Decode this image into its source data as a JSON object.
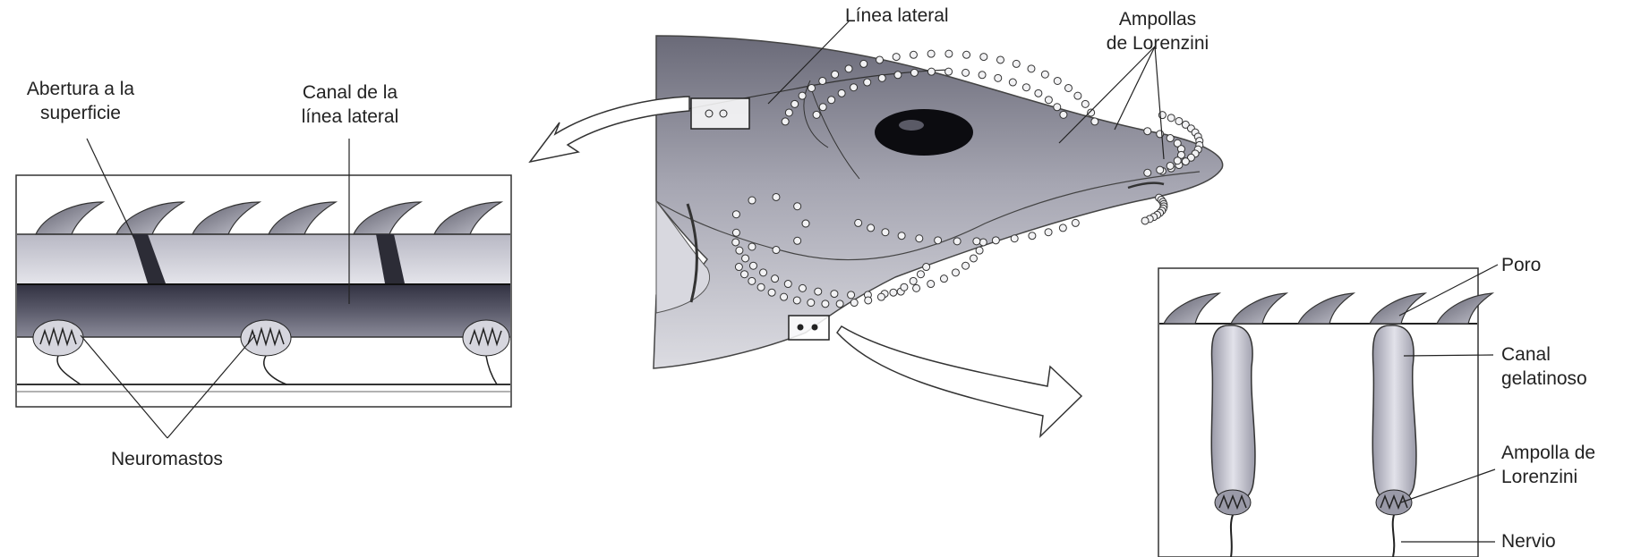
{
  "labels": {
    "lateral_line": "Línea lateral",
    "ampullae": [
      "Ampollas",
      "de Lorenzini"
    ],
    "surface_opening": [
      "Abertura a la",
      "superficie"
    ],
    "lateral_canal": [
      "Canal de la",
      "línea lateral"
    ],
    "neuromasts": "Neuromastos",
    "pore": "Poro",
    "gel_canal": [
      "Canal",
      "gelatinoso"
    ],
    "ampulla": [
      "Ampolla de",
      "Lorenzini"
    ],
    "nerve": "Nervio"
  }
}
